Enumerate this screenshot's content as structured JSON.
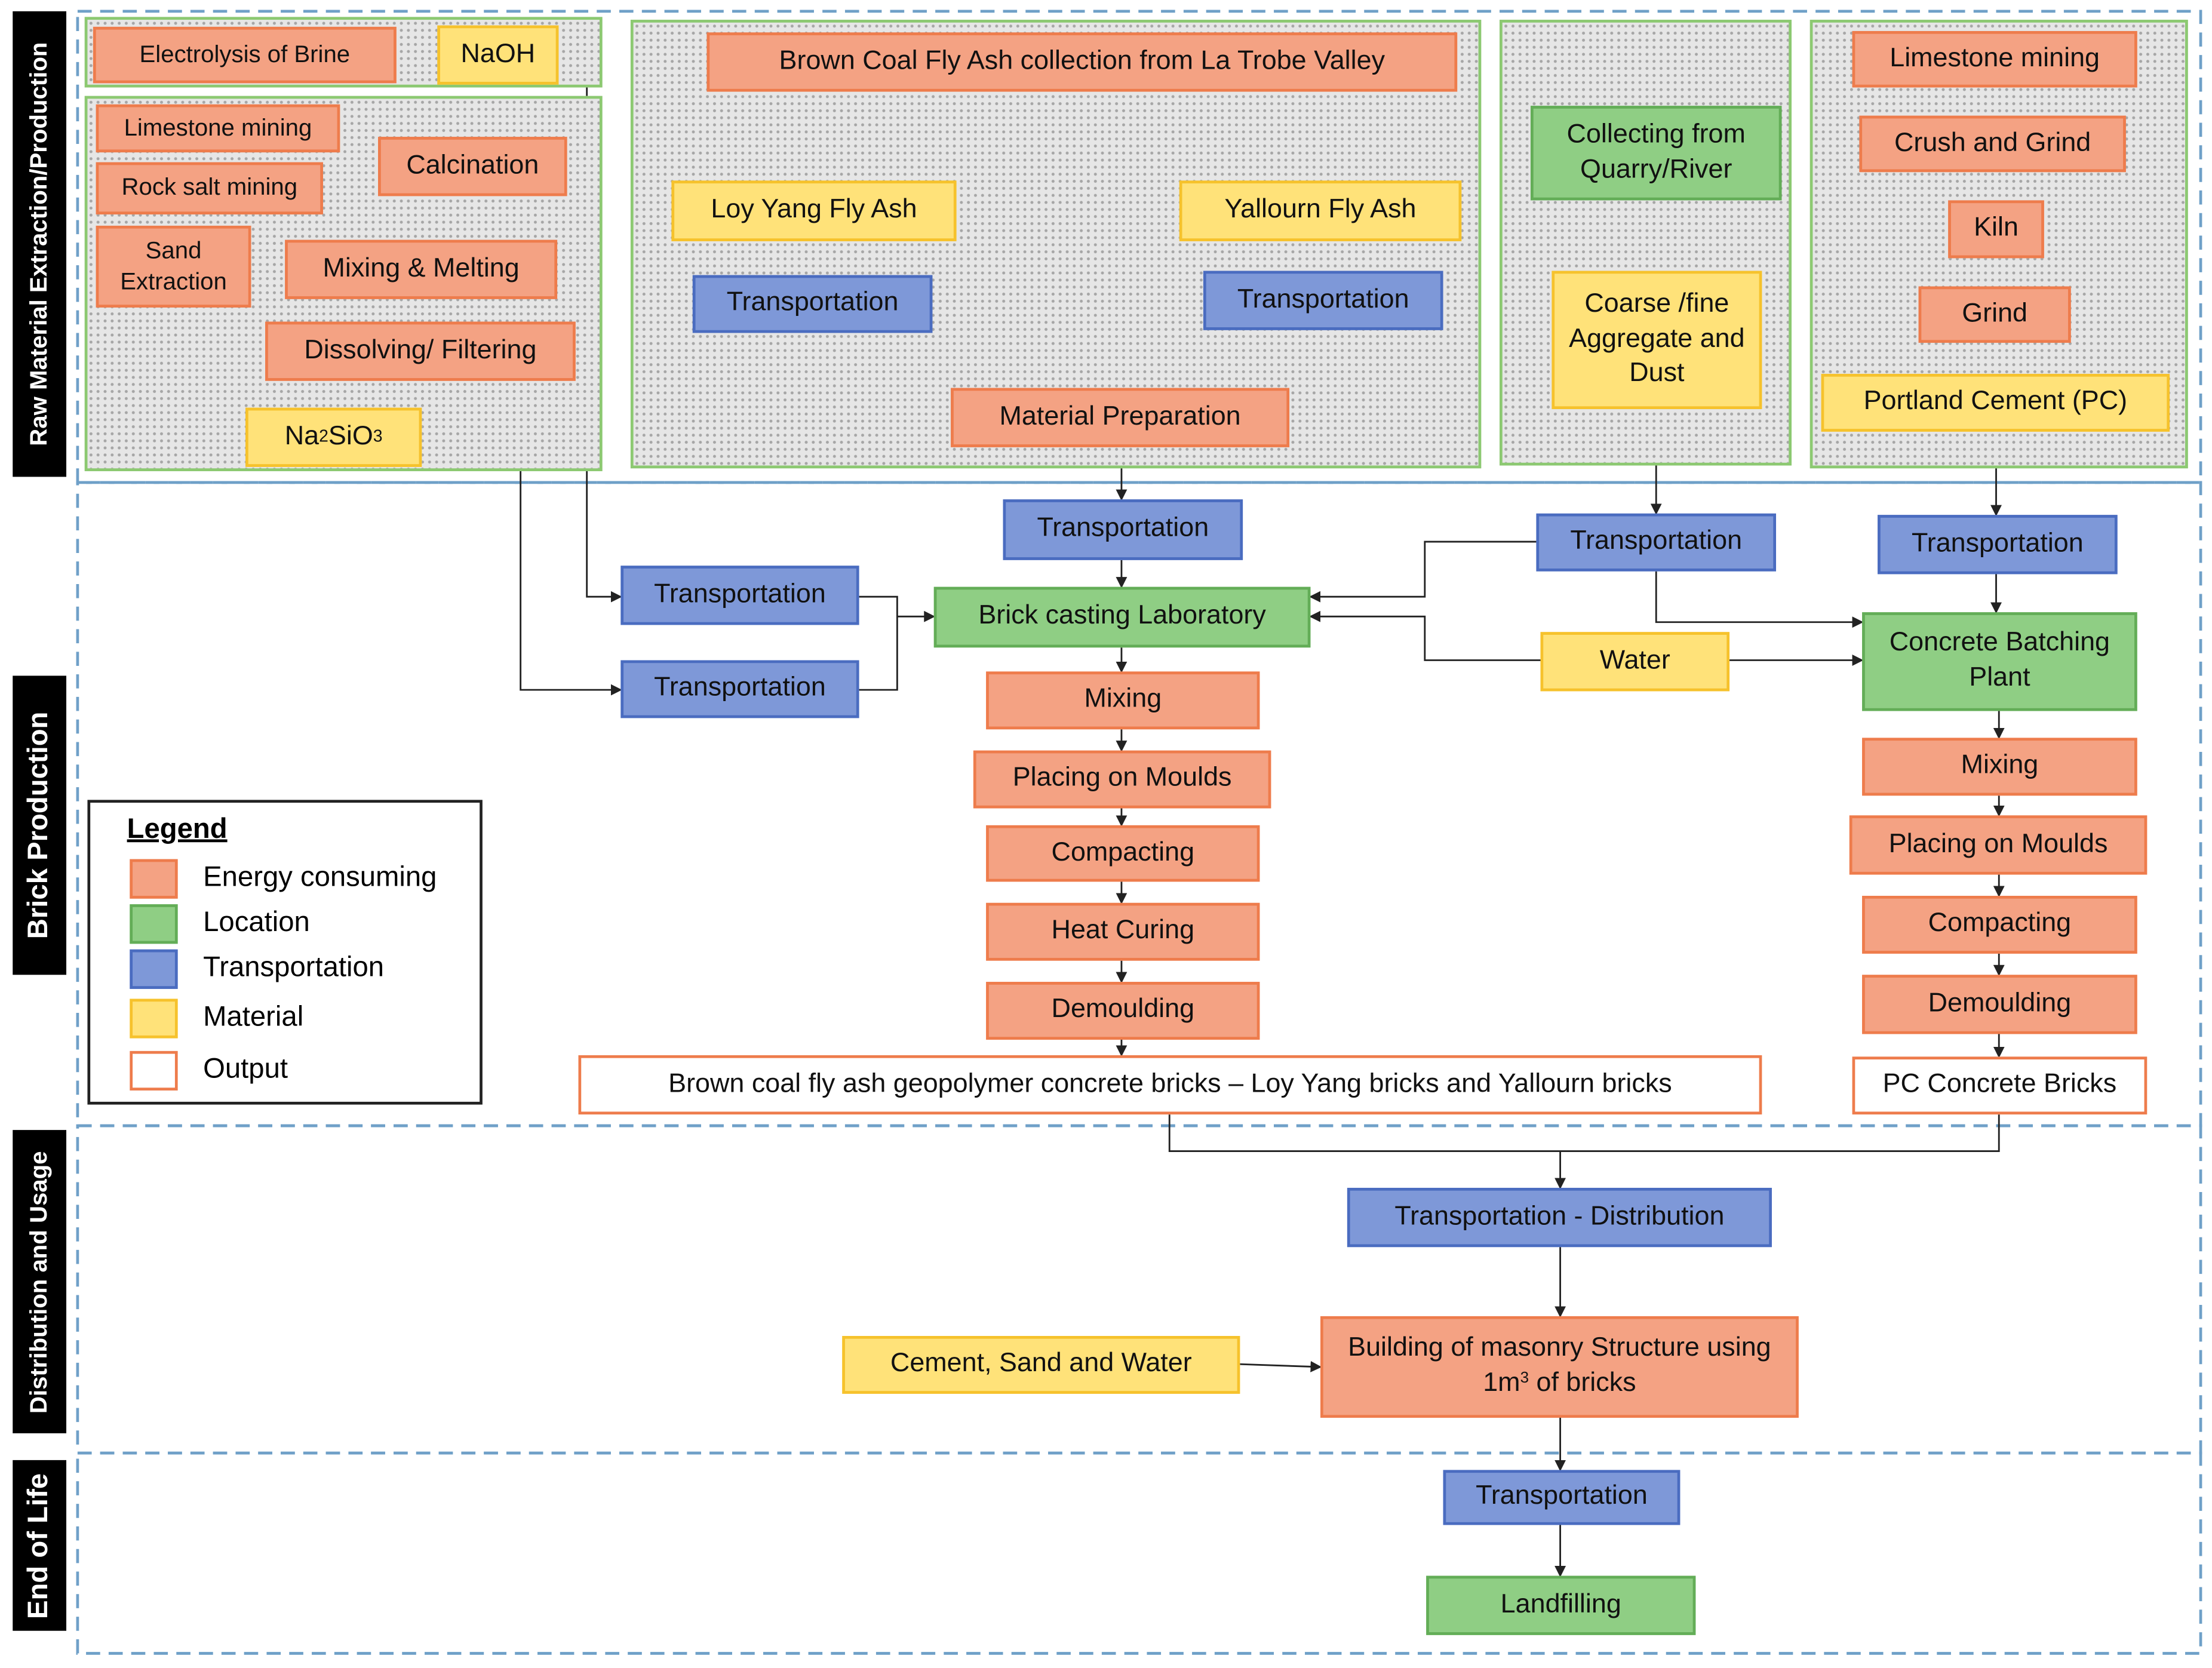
{
  "stages": {
    "raw": "Raw Material Extraction/Production",
    "brick": "Brick Production",
    "dist": "Distribution and Usage",
    "eol": "End of Life"
  },
  "legend": {
    "title": "Legend",
    "items": [
      "Energy consuming",
      "Location",
      "Transportation",
      "Material",
      "Output"
    ]
  },
  "nodes": {
    "electrolysis": "Electrolysis of Brine",
    "naoh": "NaOH",
    "limestone_mining_1": "Limestone mining",
    "rock_salt": "Rock salt mining",
    "calcination": "Calcination",
    "sand": "Sand Extraction",
    "mixing_melting": "Mixing & Melting",
    "dissolving": "Dissolving/ Filtering",
    "na2sio3_na": "Na",
    "na2sio3_sub2": "2",
    "na2sio3_sio": "SiO",
    "na2sio3_sub3": "3",
    "brown_coal": "Brown Coal Fly Ash collection from La Trobe Valley",
    "loy_yang": "Loy Yang Fly Ash",
    "yallourn": "Yallourn Fly Ash",
    "transport_loy": "Transportation",
    "transport_yallourn": "Transportation",
    "material_prep": "Material Preparation",
    "quarry": "Collecting from Quarry/River",
    "aggregate": "Coarse /fine Aggregate and Dust",
    "limestone_mining_2": "Limestone mining",
    "crush_grind": "Crush and Grind",
    "kiln": "Kiln",
    "grind": "Grind",
    "pc": "Portland Cement (PC)",
    "transport_prep": "Transportation",
    "transport_naoh": "Transportation",
    "transport_silicate": "Transportation",
    "transport_aggregate": "Transportation",
    "transport_pc": "Transportation",
    "lab": "Brick casting Laboratory",
    "water": "Water",
    "batching": "Concrete Batching Plant",
    "gp_mixing": "Mixing",
    "gp_placing": "Placing on Moulds",
    "gp_compacting": "Compacting",
    "gp_curing": "Heat  Curing",
    "gp_demoulding": "Demoulding",
    "gp_output": "Brown coal fly ash geopolymer concrete bricks – Loy Yang bricks and Yallourn bricks",
    "pc_mixing": "Mixing",
    "pc_placing": "Placing on Moulds",
    "pc_compacting": "Compacting",
    "pc_demoulding": "Demoulding",
    "pc_output": "PC Concrete Bricks",
    "transport_dist": "Transportation - Distribution",
    "cement_sand_water": "Cement, Sand and Water",
    "building_a": "Building of masonry Structure using 1m",
    "building_sup": "3",
    "building_b": " of bricks",
    "transport_eol": "Transportation",
    "landfilling": "Landfilling"
  },
  "colors": {
    "energy": "#f4a283",
    "location": "#8fce84",
    "transport": "#7e98d8",
    "material": "#ffe279",
    "output": "#ffffff",
    "stage_border": "#6fa0c8"
  }
}
